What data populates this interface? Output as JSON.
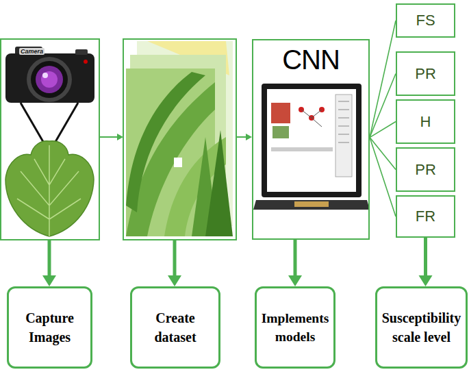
{
  "diagram": {
    "nodes": [
      {
        "text": [
          "CNN"
        ]
      },
      {
        "text": [
          "FS"
        ]
      },
      {
        "text": [
          "PR"
        ]
      },
      {
        "text": [
          "H"
        ]
      },
      {
        "text": [
          "PR"
        ]
      },
      {
        "text": [
          "FR"
        ]
      },
      {
        "text": [
          "Capture Images"
        ]
      },
      {
        "text": [
          "Create dataset"
        ]
      },
      {
        "text": [
          "Implements models"
        ]
      },
      {
        "text": [
          "Susceptibility scale level"
        ]
      }
    ],
    "edges": [
      {
        "from": 0,
        "to": 1,
        "arrow": "none"
      },
      {
        "from": 0,
        "to": 2,
        "arrow": "none"
      },
      {
        "from": 0,
        "to": 3,
        "arrow": "none"
      },
      {
        "from": 0,
        "to": 4,
        "arrow": "none"
      },
      {
        "from": 0,
        "to": 5,
        "arrow": "none"
      },
      {
        "from": 0,
        "to": 8,
        "arrow": "to"
      },
      {
        "from": 5,
        "to": 9,
        "arrow": "to"
      }
    ],
    "labels": [
      "Camera"
    ]
  }
}
